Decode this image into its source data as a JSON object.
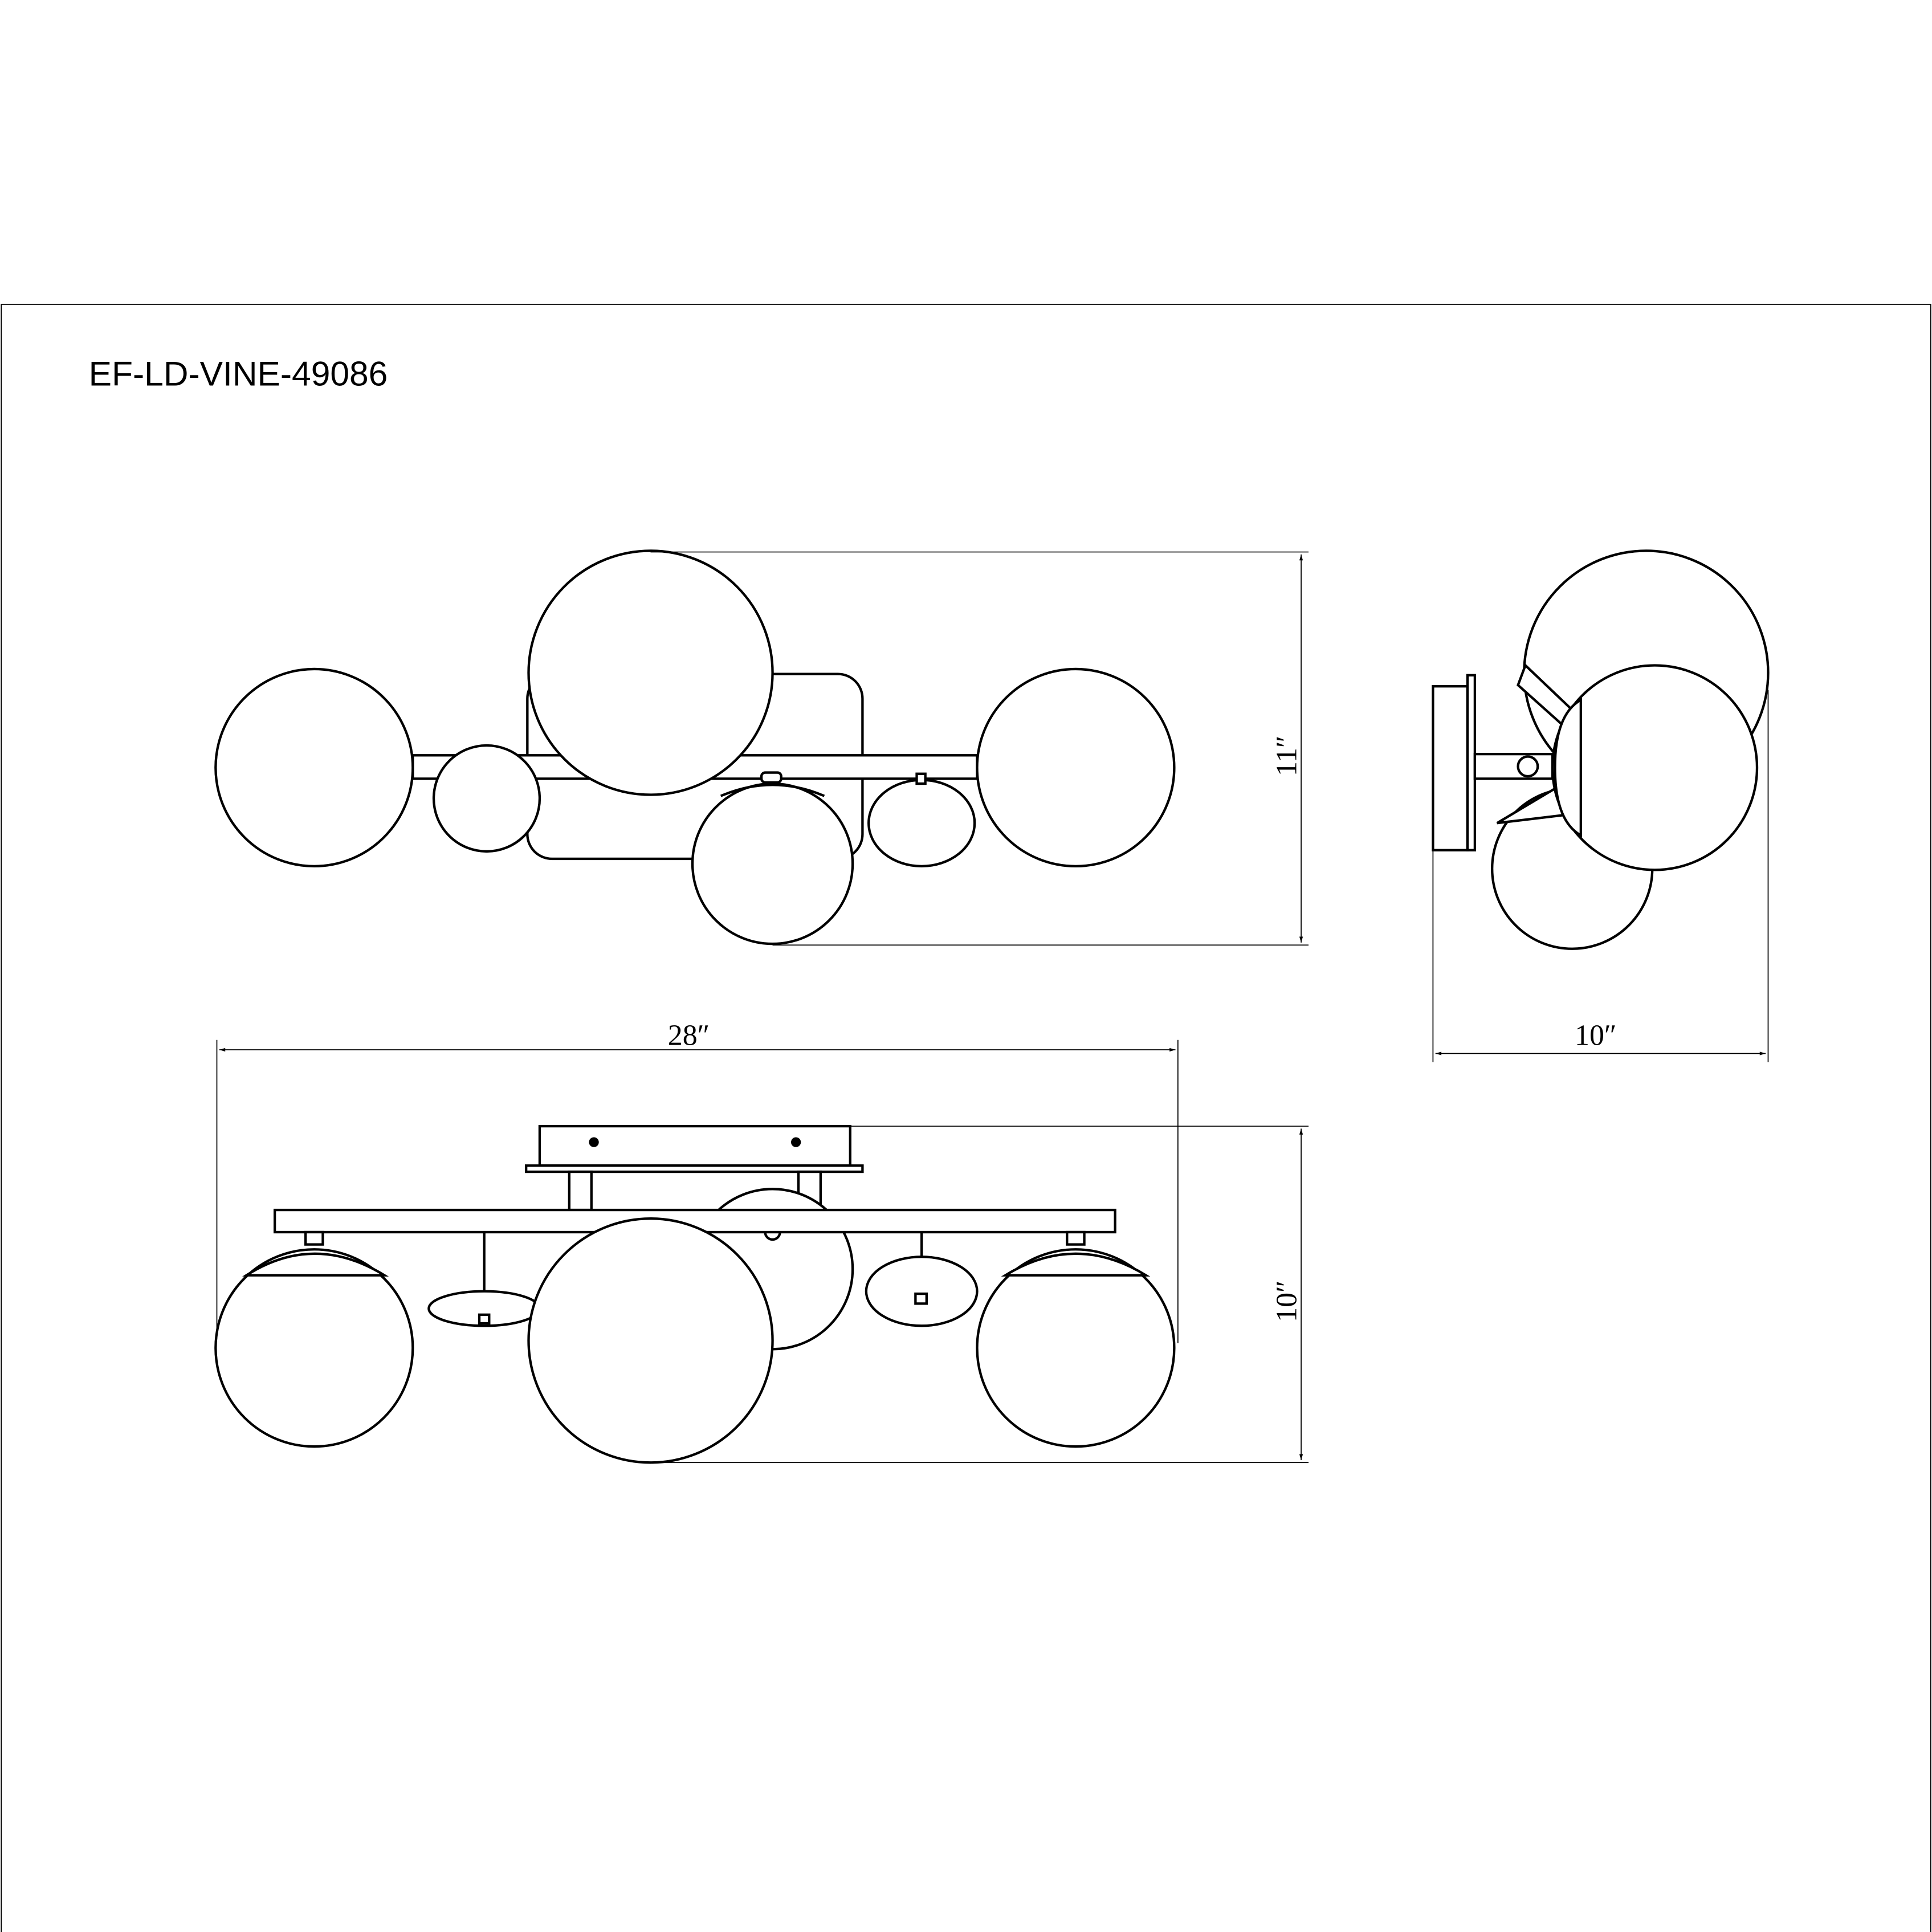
{
  "title": "EF-LD-VINE-49086",
  "dimensions": {
    "top_view_height": "11″",
    "overall_width": "28″",
    "front_view_height": "10″",
    "side_view_depth": "10″"
  },
  "colors": {
    "line": "#000000",
    "background": "#ffffff"
  }
}
